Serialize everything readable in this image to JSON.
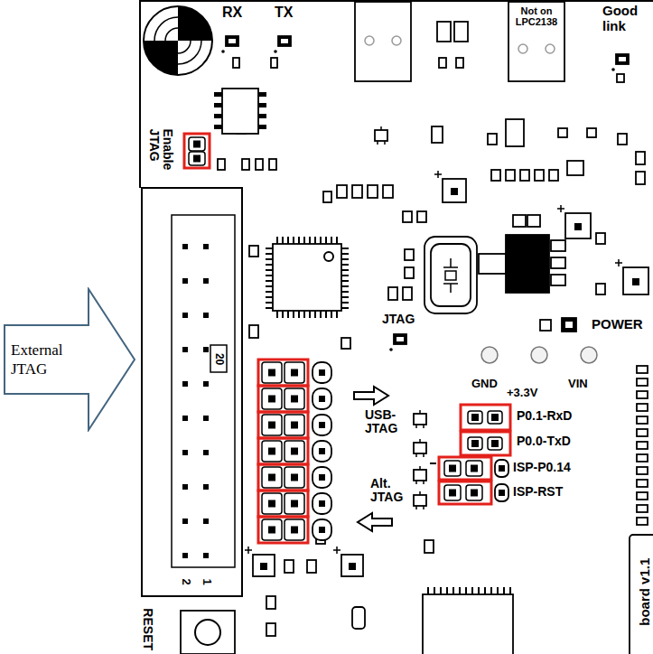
{
  "diagram": {
    "nodes": [
      {
        "text": [
          "External JTAG"
        ]
      }
    ],
    "labels": [
      "RX",
      "TX",
      "Not on LPC2138",
      "Good link",
      "Enable JTAG",
      "20",
      "JTAG",
      "POWER",
      "GND",
      "+3.3V",
      "VIN",
      "USB-JTAG",
      "P0.1-RxD",
      "P0.0-TxD",
      "ISP-P0.14",
      "ISP-RST",
      "Alt. JTAG",
      "2",
      "1",
      "board v1.1",
      "RESET"
    ]
  }
}
